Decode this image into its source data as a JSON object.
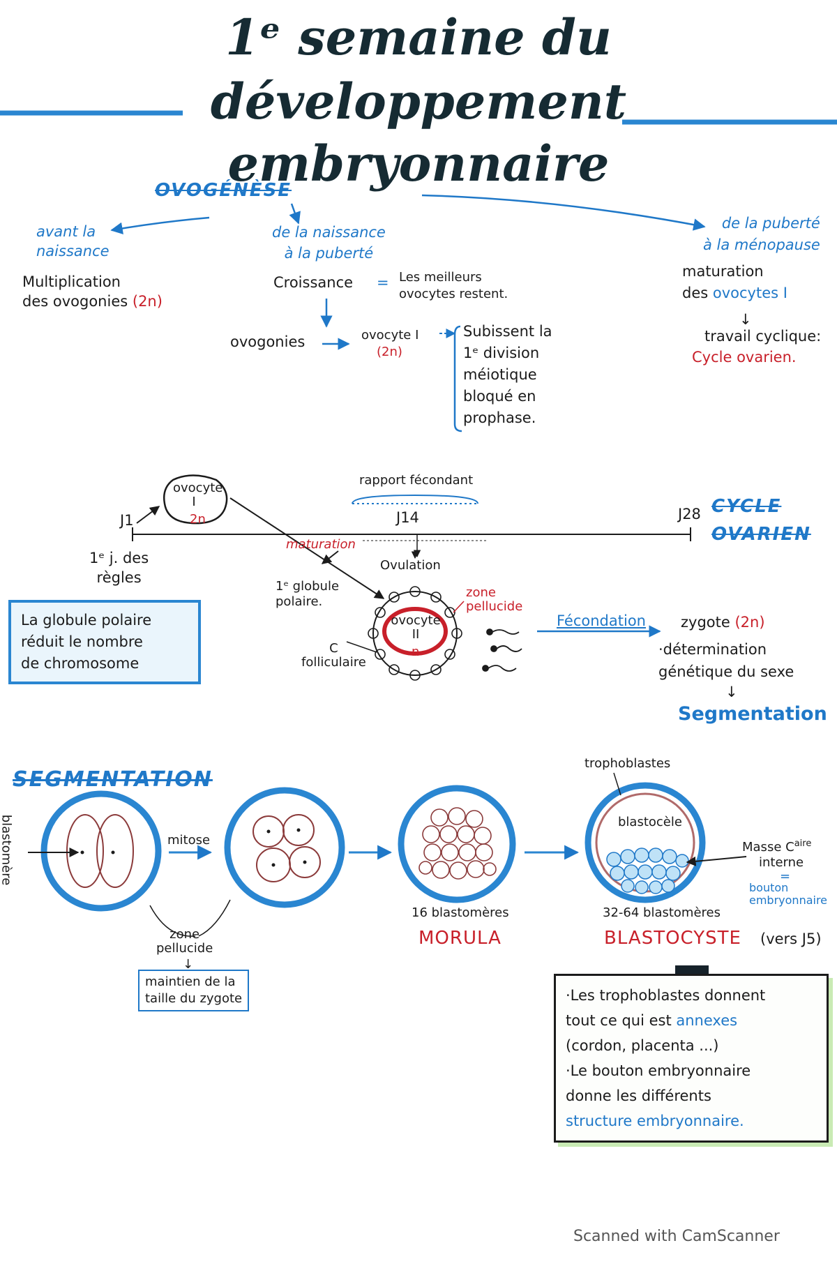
{
  "title": {
    "line1": "1ᵉ semaine du développement",
    "line2": "embryonnaire"
  },
  "ovogenese": {
    "heading": "OVOGÉNÈSE",
    "col1": {
      "label": "avant la\nnaissance",
      "text": "Multiplication\ndes ovogonies",
      "tag": "(2n)"
    },
    "col2": {
      "label": "de la naissance\nà la puberté",
      "croissance": "Croissance",
      "eq": "=",
      "note": "Les meilleurs\novocytes restent.",
      "ovogonies": "ovogonies",
      "ovocyte": "ovocyte I",
      "tag": "(2n)",
      "bracket": "Subissent la\n1ᵉ division\nméiotique\nbloqué en\nprophase."
    },
    "col3": {
      "label": "de la puberté\nà la ménopause",
      "text1": "maturation\ndes",
      "text_blue": "ovocytes I",
      "arrow": "↓",
      "text2": "travail cyclique:",
      "text_red": "Cycle ovarien."
    }
  },
  "cycle": {
    "heading": "CYCLE\nOVARIEN",
    "j1": "J1",
    "j14": "J14",
    "j28": "J28",
    "first_day": "1ᵉ j. des\nrègles",
    "ovocyte_top": "ovocyte\nI",
    "ovocyte_top_tag": "2n",
    "rapport": "rapport fécondant",
    "maturation": "maturation",
    "ovulation": "Ovulation",
    "globule": "1ᵉ globule\npolaire.",
    "zone": "zone\npellucide",
    "ovocyte2": "ovocyte\nII",
    "ovocyte2_tag": "n",
    "follic": "C\nfolliculaire",
    "box": "La globule polaire\nréduit le nombre\nde chromosome",
    "fecondation": "Fécondation",
    "zygote": "zygote",
    "zygote_tag": "(2n)",
    "determination": "·détermination\ngénétique du sexe",
    "arrow": "↓",
    "segmentation": "Segmentation"
  },
  "segmentation": {
    "heading": "SEGMENTATION",
    "blastomere": "blastomère",
    "mitose": "mitose",
    "zone": "zone\npellucide",
    "down": "↓",
    "box": "maintien de la\ntaille du zygote",
    "count16": "16 blastomères",
    "morula": "MORULA",
    "trophoblastes": "trophoblastes",
    "blastocele": "blastocèle",
    "masse": "Masse C",
    "masse_sup": "aire",
    "interne": "interne",
    "eq": "=",
    "bouton": "bouton\nembryonnaire",
    "count32": "32-64 blastomères",
    "blastocyste": "BLASTOCYSTE",
    "vers": "(vers J5)"
  },
  "note": {
    "l1": "·Les trophoblastes donnent\ntout ce qui est",
    "l1_blue": "annexes",
    "l2": "(cordon, placenta ...)",
    "l3": "·Le bouton embryonnaire\ndonne les différents",
    "l3_blue": "structure embryonnaire."
  },
  "footer": "Scanned with CamScanner",
  "colors": {
    "accent": "#1f78c8",
    "red": "#c8202a",
    "ink": "#162b33"
  }
}
